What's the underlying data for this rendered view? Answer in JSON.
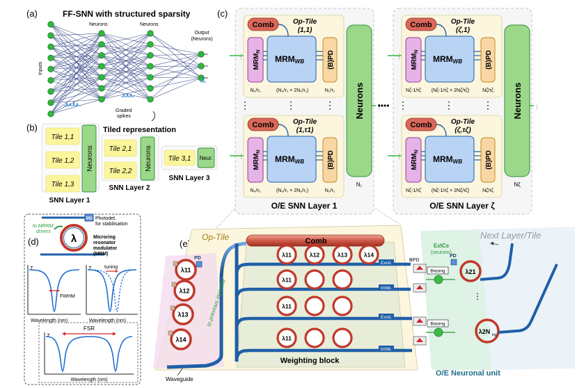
{
  "panel_labels": {
    "a": "(a)",
    "b": "(b)",
    "c": "(c)",
    "d": "(d)",
    "e": "(e)"
  },
  "panel_a": {
    "title": "FF-SNN with structured sparsity",
    "inputs_label": "Inputs",
    "neurons_label_1": "Neurons",
    "neurons_label_2": "Neurons",
    "output_label_1": "Output",
    "output_label_2": "(Neurons)",
    "graded_label_1": "Graded",
    "graded_label_2": "spikes"
  },
  "panel_b": {
    "title": "Tiled representation",
    "layer1": {
      "tiles": [
        "Tile 1,1",
        "Tile 1,2",
        "Tile 1,3"
      ],
      "neurons": "Neurons",
      "caption": "SNN Layer 1"
    },
    "layer2": {
      "tiles": [
        "Tile 2,1",
        "Tile 2,2"
      ],
      "neurons": "Neurons",
      "caption": "SNN Layer 2"
    },
    "layer3": {
      "tiles": [
        "Tile 3,1"
      ],
      "neurons": "Neur.",
      "caption": "SNN Layer 3"
    }
  },
  "panel_c": {
    "layer1_caption": "O/E SNN Layer 1",
    "layerz_caption": "O/E SNN Layer ζ",
    "comb": "Comb",
    "mrm_n": "MRM",
    "mrm_n_sub": "N",
    "mrm_wb": "MRM",
    "mrm_wb_sub": "WB",
    "bpd": "(B)PD",
    "neurons": "Neurons",
    "ellipsis_h": "••••",
    "ellipsis_v": "⋮",
    "block1": {
      "optile_top": "Op-Tile",
      "optile_top_idx": "(1,1)",
      "optile_bottom": "Op-Tile",
      "optile_bottom_idx": "(1,τ1)",
      "dim_mrm": "N₀/τ₁",
      "dim_wb": "(N₀/τ₁ × 2N₁/τ₁)",
      "dim_pd": "N₁/τ₁",
      "dim_neurons": "N₁"
    },
    "blockz": {
      "optile_top": "Op-Tile",
      "optile_top_idx": "(ζ,1)",
      "optile_bottom": "Op-Tile",
      "optile_bottom_idx": "(ζ,τζ)",
      "dim_mrm": "Nζ-1/τζ",
      "dim_wb": "(Nζ-1/τζ × 2Nζ/τζ)",
      "dim_pd": "Nζ/τζ",
      "dim_neurons": "Nζ"
    }
  },
  "panel_d": {
    "pd_label": "PD",
    "photodet_1": "Photodet.",
    "photodet_2": "for stabilisation",
    "drivers_1": "to MRRM",
    "drivers_2": "drivers",
    "lambda": "λ",
    "mrm_1": "Microring",
    "mrm_2": "resonator",
    "mrm_3": "modulator",
    "mrm_4": "(MRM)",
    "axis_t": "T",
    "fwhm": "FWHM",
    "tuning": "tuning",
    "fsr": "FSR",
    "wavelength": "Wavelength (nm)"
  },
  "panel_e": {
    "optile": "Op-Tile",
    "next_layer": "Next Layer/Tile",
    "comb": "Comb",
    "pd": "PD",
    "bpd": "BPD",
    "exics_1": "ExICs",
    "exics_2": "(neurons)",
    "biasing": "Biasing",
    "excit": "Excit.",
    "inhib": "Inhib.",
    "to_previous": "to previous layer/tile",
    "weighting": "Weighting block",
    "waveguide": "Waveguide",
    "neuronal_unit": "O/E Neuronal unit",
    "input_rings": [
      "λ11",
      "λ12",
      "λ13",
      "λ14"
    ],
    "weight_row1": [
      "λ11",
      "λ12",
      "λ13",
      "λ14"
    ],
    "weight_other": "λ11",
    "out_ring1": "λ21",
    "out_ring2": "λ2N",
    "out_ring2_sub": "inp",
    "vdots": "⋮"
  },
  "colors": {
    "node_green": "#2fb83c",
    "tile_yellow": "#fbf59b",
    "neuron_green": "#9bd88a",
    "mrm_purple": "#e6b3e6",
    "mrm_wb_blue": "#b9d3f5",
    "pd_orange": "#f8d7a4",
    "comb_red": "#d9685a",
    "waveguide_blue": "#1f5fa8",
    "ring_red": "#c0392b"
  }
}
